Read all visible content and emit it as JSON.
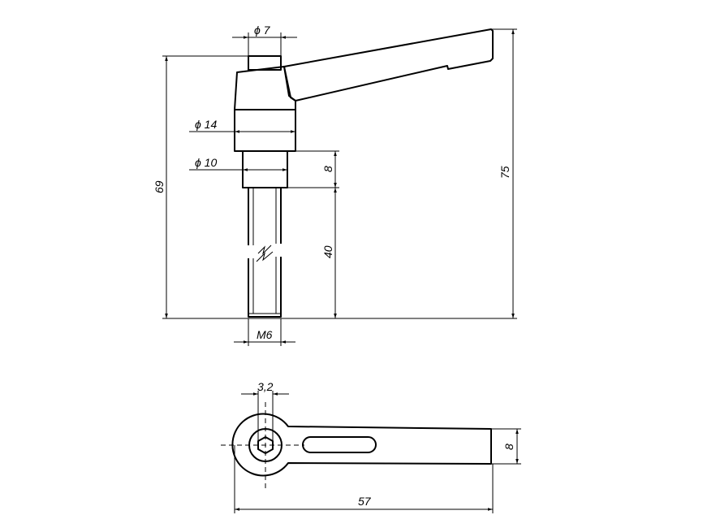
{
  "title": "Adjustable clamping lever drawing",
  "side_view": {
    "dims": {
      "pin_diameter": "ϕ 7",
      "overall_height": "69",
      "total_height": "75",
      "hub_diameter": "ϕ 14",
      "collar_diameter": "ϕ 10",
      "collar_length": "8",
      "thread_length": "40",
      "thread": "M6"
    }
  },
  "top_view": {
    "dims": {
      "hex_size": "3,2",
      "lever_width": "8",
      "overall_length": "57"
    }
  }
}
